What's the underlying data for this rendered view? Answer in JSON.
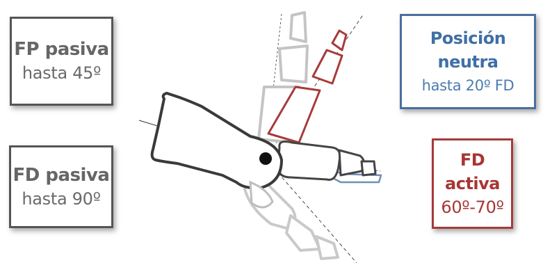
{
  "labels": {
    "fp_pasiva": {
      "title": "FP pasiva",
      "value": "hasta 45º"
    },
    "fd_pasiva": {
      "title": "FD pasiva",
      "value": "hasta 90º"
    },
    "posicion_neutra": {
      "title": "Posición neutra",
      "value": "hasta 20º FD"
    },
    "fd_activa": {
      "title": "FD activa",
      "value": "60º-70º"
    }
  },
  "colors": {
    "neutral": "#555555",
    "plantar": "#c9c9c9",
    "active": "#a83a3a",
    "extension": "#4a6fa0"
  }
}
